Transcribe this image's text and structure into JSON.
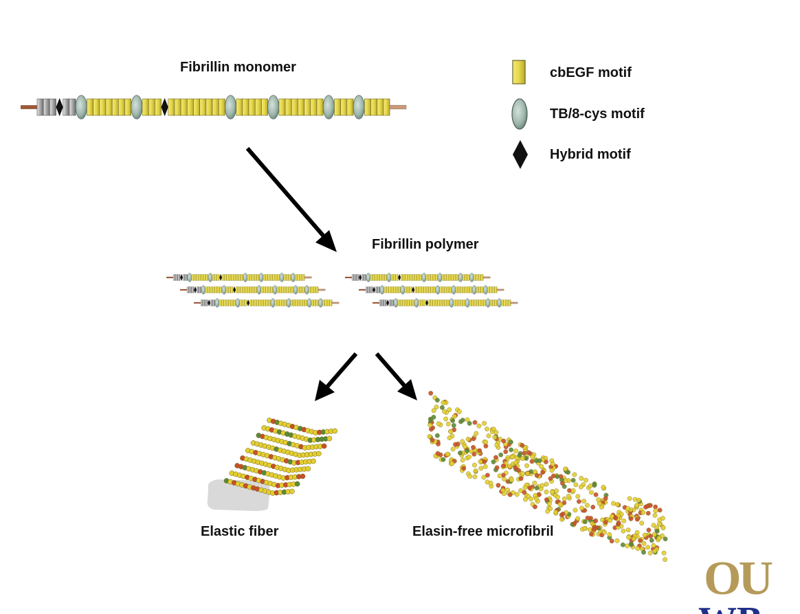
{
  "labels": {
    "monomer": "Fibrillin monomer",
    "polymer": "Fibrillin polymer",
    "elastic_fiber": "Elastic fiber",
    "microfibril": "Elasin-free microfibril"
  },
  "legend": [
    {
      "icon": "cbegf-rectangle-icon",
      "label": "cbEGF motif"
    },
    {
      "icon": "tb-8cys-ellipse-icon",
      "label": "TB/8-cys motif"
    },
    {
      "icon": "hybrid-diamond-icon",
      "label": "Hybrid motif"
    }
  ],
  "logo": {
    "top": "OU",
    "bottom": "WB"
  },
  "colors": {
    "cbegf": "#e6d84a",
    "cbegf_stroke": "#6b6420",
    "tb8cys": "#9fb7ad",
    "tb8cys_stroke": "#4d5f58",
    "hybrid": "#111111",
    "linker_left": "#9a5a3a",
    "linker_right": "#c89a7a",
    "grey_domain": "#a8a8a8",
    "arrow": "#000000",
    "bead_yellow": "#e3cf32",
    "bead_red": "#c8502a",
    "bead_green": "#5a8a3a",
    "logo_gold": "#b59a5a",
    "logo_blue": "#1f2f8a"
  }
}
